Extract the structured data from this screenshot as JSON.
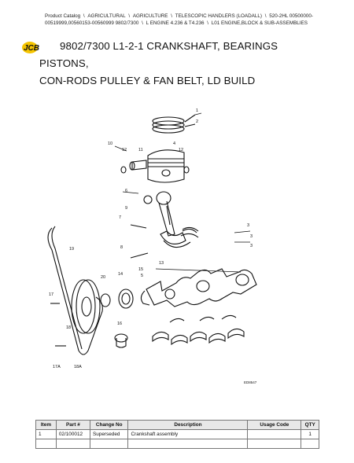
{
  "breadcrumb": {
    "items": [
      "Product Catalog",
      "AGRICULTURAL",
      "AGRICULTURE",
      "TELESCOPIC HANDLERS (LOADALL)",
      "520-2HL 00500000-00519999,00560153-00560999 9802/7300",
      "L ENGINE 4.236 & T4.236",
      "L01 ENGINE,BLOCK & SUB-ASSEMBLIES"
    ]
  },
  "logo": {
    "text": "JCB",
    "color": "#f5c400"
  },
  "page": {
    "title_line1": "9802/7300 L1-2-1 CRANKSHAFT, BEARINGS PISTONS,",
    "title_line2": "CON-RODS PULLEY & FAN BELT, LD BUILD"
  },
  "diagram": {
    "callouts": [
      "1",
      "2",
      "3",
      "4",
      "5",
      "6",
      "7",
      "8",
      "9",
      "10",
      "11",
      "12",
      "12",
      "13",
      "14",
      "15",
      "16",
      "17",
      "17A",
      "18",
      "18A",
      "19",
      "20",
      "3",
      "3"
    ],
    "figure_ref": "ED8547"
  },
  "table": {
    "headers": [
      "Item",
      "Part #",
      "Change No",
      "Description",
      "Usage Code",
      "QTY"
    ],
    "rows": [
      [
        "1",
        "02/100012",
        "Superseded",
        "Crankshaft assembly",
        "",
        "1"
      ],
      [
        "",
        "",
        "",
        "",
        "",
        ""
      ]
    ]
  }
}
